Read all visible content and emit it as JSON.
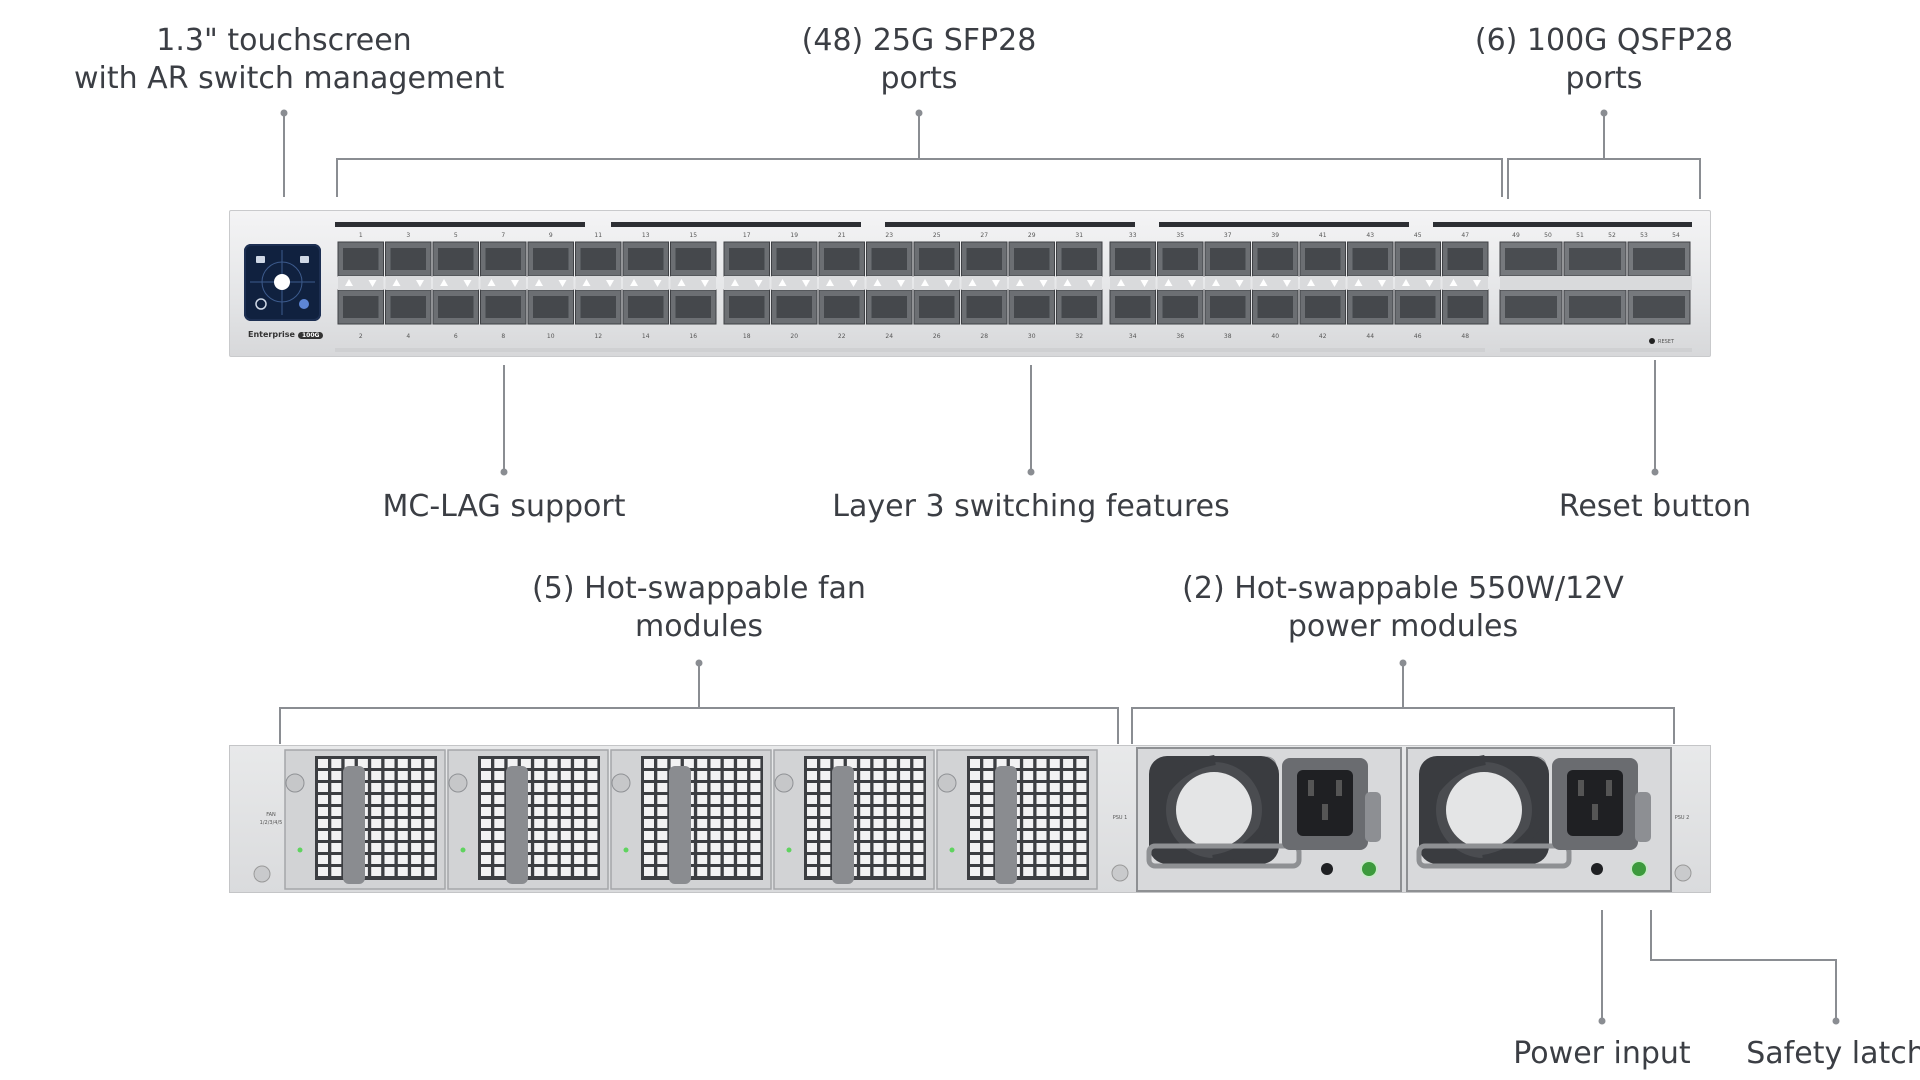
{
  "callouts": {
    "touchscreen": [
      "1.3\" touchscreen",
      "with AR switch management"
    ],
    "sfp28": [
      "(48) 25G SFP28",
      "ports"
    ],
    "qsfp28": [
      "(6) 100G QSFP28",
      "ports"
    ],
    "mclag": "MC-LAG support",
    "layer3": "Layer 3 switching features",
    "reset": "Reset button",
    "fans": [
      "(5) Hot-swappable fan",
      "modules"
    ],
    "power": [
      "(2) Hot-swappable 550W/12V",
      "power modules"
    ],
    "power_input": "Power input",
    "safety_latch": "Safety latch"
  },
  "front_panel": {
    "brand": "Enterprise",
    "brand_badge": "100G",
    "reset_label": "RESET",
    "sfp_ports_top": [
      "1",
      "3",
      "5",
      "7",
      "9",
      "11",
      "13",
      "15",
      "17",
      "19",
      "21",
      "23",
      "25",
      "27",
      "29",
      "31",
      "33",
      "35",
      "37",
      "39",
      "41",
      "43",
      "45",
      "47"
    ],
    "sfp_ports_bottom": [
      "2",
      "4",
      "6",
      "8",
      "10",
      "12",
      "14",
      "16",
      "18",
      "20",
      "22",
      "24",
      "26",
      "28",
      "30",
      "32",
      "34",
      "36",
      "38",
      "40",
      "42",
      "44",
      "46",
      "48"
    ],
    "qsfp_ports": [
      "49",
      "50",
      "51",
      "52",
      "53",
      "54"
    ]
  },
  "rear_panel": {
    "fan_label": [
      "FAN",
      "1/2/3/4/5"
    ],
    "psu1_label": "PSU 1",
    "psu2_label": "PSU 2"
  },
  "colors": {
    "line": "#8a8d92",
    "panel": "#e4e5e7",
    "screen": "#10213f",
    "led": "#5fd35f"
  }
}
